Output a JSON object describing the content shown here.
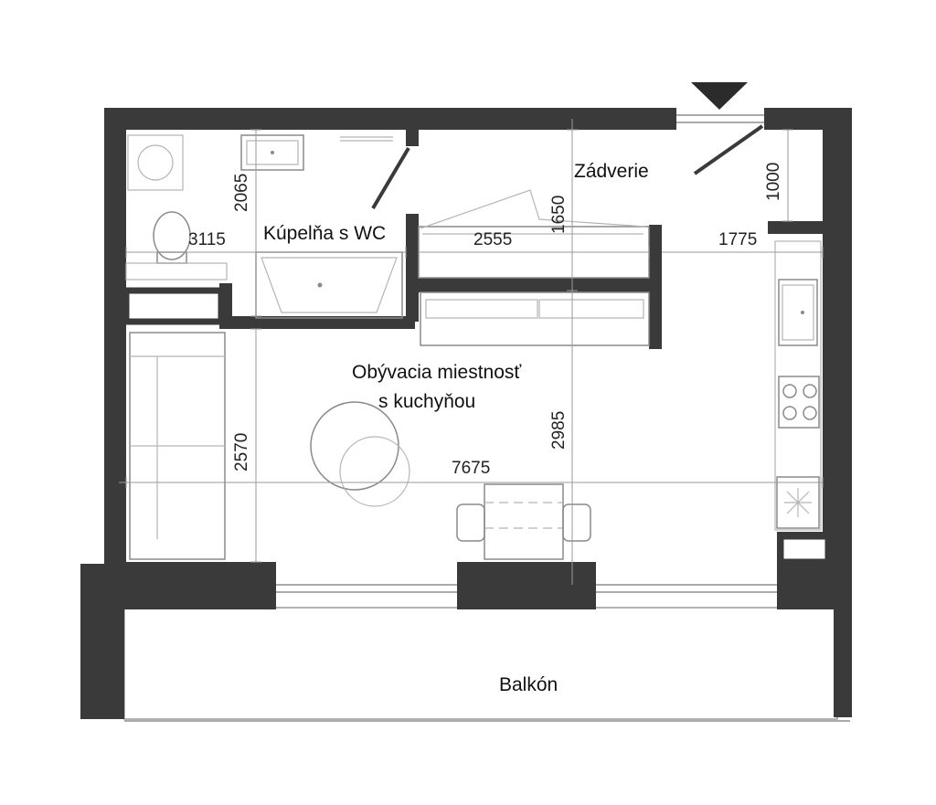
{
  "rooms": {
    "bathroom": "Kúpelňa s WC",
    "entrance": "Zádverie",
    "living_line1": "Obývacia miestnosť",
    "living_line2": "s kuchyňou",
    "balcony": "Balkón"
  },
  "dimensions": {
    "bathroom_height": "2065",
    "bathroom_width": "3115",
    "entrance_height": "1650",
    "entrance_width": "2555",
    "door_niche": "1000",
    "kitchen_width": "1775",
    "living_left_height": "2570",
    "living_height": "2985",
    "living_width": "7675"
  },
  "colors": {
    "wall": "#3a3a3a",
    "furniture": "#8a8a8a",
    "dimension_line": "#9a9a9a"
  },
  "icons": {
    "entrance_marker": "triangle-down-icon"
  }
}
